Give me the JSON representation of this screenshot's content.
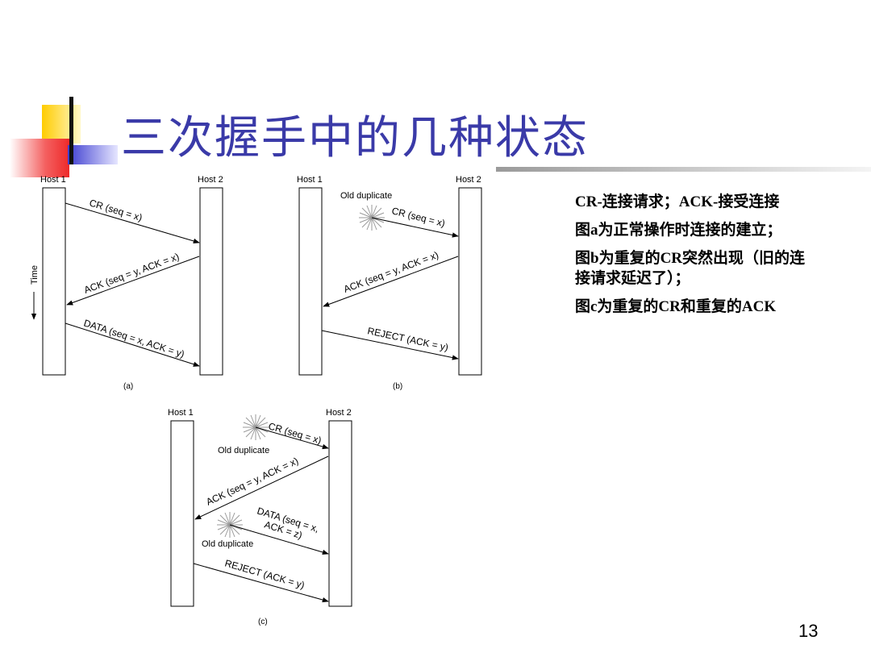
{
  "title": "三次握手中的几种状态",
  "diagrams": {
    "a": {
      "caption": "(a)",
      "host1": "Host 1",
      "host2": "Host 2",
      "time_label": "Time",
      "messages": [
        "CR (seq = x)",
        "ACK (seq = y, ACK = x)",
        "DATA (seq = x, ACK = y)"
      ]
    },
    "b": {
      "caption": "(b)",
      "host1": "Host 1",
      "host2": "Host 2",
      "old_duplicate": "Old duplicate",
      "messages": [
        "CR (seq = x)",
        "ACK (seq = y, ACK = x)",
        "REJECT (ACK = y)"
      ]
    },
    "c": {
      "caption": "(c)",
      "host1": "Host 1",
      "host2": "Host 2",
      "old_duplicate_1": "Old duplicate",
      "old_duplicate_2": "Old duplicate",
      "messages": [
        "CR (seq = x)",
        "ACK (seq = y, ACK = x)",
        "DATA (seq = x,",
        "ACK = z)",
        "REJECT (ACK = y)"
      ]
    }
  },
  "notes": [
    "CR-连接请求；ACK-接受连接",
    "图a为正常操作时连接的建立；",
    "图b为重复的CR突然出现（旧的连接请求延迟了）；",
    "图c为重复的CR和重复的ACK"
  ],
  "page_number": "13",
  "colors": {
    "title": "#3a3aa8",
    "square_yellow": "#ffcc00",
    "square_red": "#ee2a2a",
    "square_blue": "#3d3dd0",
    "rule_gray": "#c8c8c8"
  }
}
